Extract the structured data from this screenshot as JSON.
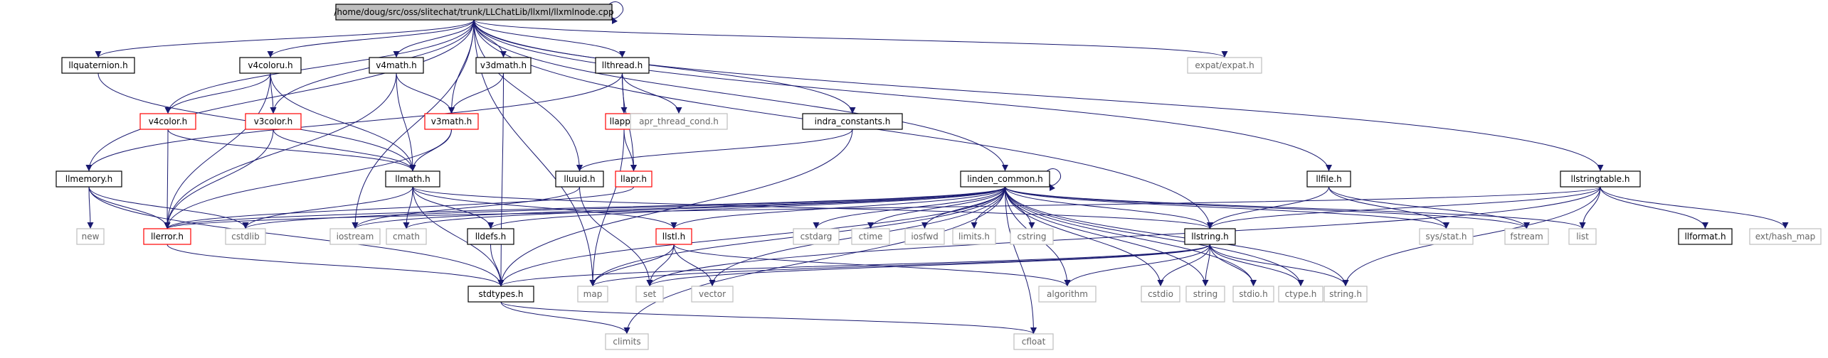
{
  "colors": {
    "edge": "#191970",
    "root_fill": "#bfbfbf",
    "documented_border": "#000000",
    "incomplete_border": "#ff0000",
    "external_border": "#bfbfbf",
    "external_text": "#666666"
  },
  "nodes": {
    "root": {
      "label": "/home/doug/src/oss/slitechat/trunk/LLChatLib/llxml/llxmlnode.cpp",
      "kind": "root"
    },
    "llquaternion": {
      "label": "llquaternion.h",
      "kind": "doc"
    },
    "v4coloru": {
      "label": "v4coloru.h",
      "kind": "doc"
    },
    "v4math": {
      "label": "v4math.h",
      "kind": "doc"
    },
    "v3dmath": {
      "label": "v3dmath.h",
      "kind": "doc"
    },
    "llthread": {
      "label": "llthread.h",
      "kind": "doc"
    },
    "expat": {
      "label": "expat/expat.h",
      "kind": "ext"
    },
    "v4color": {
      "label": "v4color.h",
      "kind": "red"
    },
    "v3color": {
      "label": "v3color.h",
      "kind": "red"
    },
    "v3math": {
      "label": "v3math.h",
      "kind": "red"
    },
    "llapp": {
      "label": "llapp.h",
      "kind": "red"
    },
    "aprthreadcond": {
      "label": "apr_thread_cond.h",
      "kind": "ext"
    },
    "indra": {
      "label": "indra_constants.h",
      "kind": "doc"
    },
    "llmemory": {
      "label": "llmemory.h",
      "kind": "doc"
    },
    "llmath": {
      "label": "llmath.h",
      "kind": "doc"
    },
    "lluuid": {
      "label": "lluuid.h",
      "kind": "doc"
    },
    "llapr": {
      "label": "llapr.h",
      "kind": "red"
    },
    "lindencommon": {
      "label": "linden_common.h",
      "kind": "doc"
    },
    "llfile": {
      "label": "llfile.h",
      "kind": "doc"
    },
    "llstringtable": {
      "label": "llstringtable.h",
      "kind": "doc"
    },
    "new": {
      "label": "new",
      "kind": "ext"
    },
    "llerror": {
      "label": "llerror.h",
      "kind": "red"
    },
    "cstdlib": {
      "label": "cstdlib",
      "kind": "ext"
    },
    "iostream": {
      "label": "iostream",
      "kind": "ext"
    },
    "cmath": {
      "label": "cmath",
      "kind": "ext"
    },
    "lldefs": {
      "label": "lldefs.h",
      "kind": "doc"
    },
    "llstl": {
      "label": "llstl.h",
      "kind": "red"
    },
    "cstdarg": {
      "label": "cstdarg",
      "kind": "ext"
    },
    "ctime": {
      "label": "ctime",
      "kind": "ext"
    },
    "iosfwd": {
      "label": "iosfwd",
      "kind": "ext"
    },
    "limits": {
      "label": "limits.h",
      "kind": "ext"
    },
    "cstring": {
      "label": "cstring",
      "kind": "ext"
    },
    "llstring": {
      "label": "llstring.h",
      "kind": "doc"
    },
    "sysstat": {
      "label": "sys/stat.h",
      "kind": "ext"
    },
    "fstream": {
      "label": "fstream",
      "kind": "ext"
    },
    "list": {
      "label": "list",
      "kind": "ext"
    },
    "llformat": {
      "label": "llformat.h",
      "kind": "doc"
    },
    "exthashmap": {
      "label": "ext/hash_map",
      "kind": "ext"
    },
    "stdtypes": {
      "label": "stdtypes.h",
      "kind": "doc"
    },
    "map": {
      "label": "map",
      "kind": "ext"
    },
    "set": {
      "label": "set",
      "kind": "ext"
    },
    "vector": {
      "label": "vector",
      "kind": "ext"
    },
    "algorithm": {
      "label": "algorithm",
      "kind": "ext"
    },
    "cstdio": {
      "label": "cstdio",
      "kind": "ext"
    },
    "string": {
      "label": "string",
      "kind": "ext"
    },
    "stdio": {
      "label": "stdio.h",
      "kind": "ext"
    },
    "ctype": {
      "label": "ctype.h",
      "kind": "ext"
    },
    "stringh": {
      "label": "string.h",
      "kind": "ext"
    },
    "climits": {
      "label": "climits",
      "kind": "ext"
    },
    "cfloat": {
      "label": "cfloat",
      "kind": "ext"
    }
  },
  "edges": [
    [
      "root",
      "root"
    ],
    [
      "root",
      "llquaternion"
    ],
    [
      "root",
      "v4coloru"
    ],
    [
      "root",
      "v4math"
    ],
    [
      "root",
      "v3dmath"
    ],
    [
      "root",
      "llthread"
    ],
    [
      "root",
      "expat"
    ],
    [
      "root",
      "v4color"
    ],
    [
      "root",
      "v3color"
    ],
    [
      "root",
      "v3math"
    ],
    [
      "root",
      "indra"
    ],
    [
      "root",
      "llmemory"
    ],
    [
      "root",
      "lluuid"
    ],
    [
      "root",
      "lindencommon"
    ],
    [
      "root",
      "llfile"
    ],
    [
      "root",
      "llstringtable"
    ],
    [
      "root",
      "iostream"
    ],
    [
      "root",
      "map"
    ],
    [
      "root",
      "llstring"
    ],
    [
      "llquaternion",
      "llmath"
    ],
    [
      "v4coloru",
      "v4color"
    ],
    [
      "v4coloru",
      "v3color"
    ],
    [
      "v4coloru",
      "llmath"
    ],
    [
      "v4coloru",
      "llerror"
    ],
    [
      "v4math",
      "v3math"
    ],
    [
      "v4math",
      "llmath"
    ],
    [
      "v4math",
      "llerror"
    ],
    [
      "v3dmath",
      "v3math"
    ],
    [
      "v3dmath",
      "stdtypes"
    ],
    [
      "llthread",
      "llapp"
    ],
    [
      "llthread",
      "aprthreadcond"
    ],
    [
      "llthread",
      "llapr"
    ],
    [
      "llthread",
      "llmemory"
    ],
    [
      "v4color",
      "llmath"
    ],
    [
      "v4color",
      "llerror"
    ],
    [
      "v3color",
      "llmath"
    ],
    [
      "v3color",
      "llerror"
    ],
    [
      "v3math",
      "llmath"
    ],
    [
      "v3math",
      "llerror"
    ],
    [
      "llapp",
      "llapr"
    ],
    [
      "llapp",
      "map"
    ],
    [
      "indra",
      "lluuid"
    ],
    [
      "indra",
      "stdtypes"
    ],
    [
      "llmemory",
      "new"
    ],
    [
      "llmemory",
      "llerror"
    ],
    [
      "llmemory",
      "cstdlib"
    ],
    [
      "llmemory",
      "stdtypes"
    ],
    [
      "llmath",
      "cmath"
    ],
    [
      "llmath",
      "cstdlib"
    ],
    [
      "llmath",
      "lldefs"
    ],
    [
      "llmath",
      "llstl"
    ],
    [
      "llmath",
      "stdtypes"
    ],
    [
      "llmath",
      "llstring"
    ],
    [
      "lluuid",
      "iostream"
    ],
    [
      "lluuid",
      "set"
    ],
    [
      "llapr",
      "llerror"
    ],
    [
      "lindencommon",
      "lindencommon"
    ],
    [
      "lindencommon",
      "llerror"
    ],
    [
      "lindencommon",
      "cstdlib"
    ],
    [
      "lindencommon",
      "iostream"
    ],
    [
      "lindencommon",
      "cmath"
    ],
    [
      "lindencommon",
      "lldefs"
    ],
    [
      "lindencommon",
      "llstl"
    ],
    [
      "lindencommon",
      "cstdarg"
    ],
    [
      "lindencommon",
      "ctime"
    ],
    [
      "lindencommon",
      "iosfwd"
    ],
    [
      "lindencommon",
      "limits"
    ],
    [
      "lindencommon",
      "cstring"
    ],
    [
      "lindencommon",
      "llstring"
    ],
    [
      "lindencommon",
      "sysstat"
    ],
    [
      "lindencommon",
      "fstream"
    ],
    [
      "lindencommon",
      "list"
    ],
    [
      "lindencommon",
      "stdtypes"
    ],
    [
      "lindencommon",
      "map"
    ],
    [
      "lindencommon",
      "vector"
    ],
    [
      "lindencommon",
      "algorithm"
    ],
    [
      "lindencommon",
      "cstdio"
    ],
    [
      "lindencommon",
      "string"
    ],
    [
      "lindencommon",
      "stdio"
    ],
    [
      "lindencommon",
      "ctype"
    ],
    [
      "lindencommon",
      "stringh"
    ],
    [
      "lindencommon",
      "climits"
    ],
    [
      "lindencommon",
      "cfloat"
    ],
    [
      "llfile",
      "llstring"
    ],
    [
      "llfile",
      "sysstat"
    ],
    [
      "llfile",
      "fstream"
    ],
    [
      "llstringtable",
      "llerror"
    ],
    [
      "llstringtable",
      "list"
    ],
    [
      "llstringtable",
      "llformat"
    ],
    [
      "llstringtable",
      "exthashmap"
    ],
    [
      "llstringtable",
      "stringh"
    ],
    [
      "llstringtable",
      "set"
    ],
    [
      "llstringtable",
      "llstring"
    ],
    [
      "llerror",
      "stdtypes"
    ],
    [
      "lldefs",
      "stdtypes"
    ],
    [
      "llstl",
      "map"
    ],
    [
      "llstl",
      "set"
    ],
    [
      "llstl",
      "vector"
    ],
    [
      "llstl",
      "algorithm"
    ],
    [
      "llstring",
      "stdtypes"
    ],
    [
      "llstring",
      "map"
    ],
    [
      "llstring",
      "algorithm"
    ],
    [
      "llstring",
      "cstdio"
    ],
    [
      "llstring",
      "string"
    ],
    [
      "llstring",
      "stdio"
    ],
    [
      "llstring",
      "ctype"
    ],
    [
      "llstring",
      "stringh"
    ],
    [
      "llstring",
      "set"
    ],
    [
      "stdtypes",
      "climits"
    ],
    [
      "stdtypes",
      "cfloat"
    ]
  ]
}
